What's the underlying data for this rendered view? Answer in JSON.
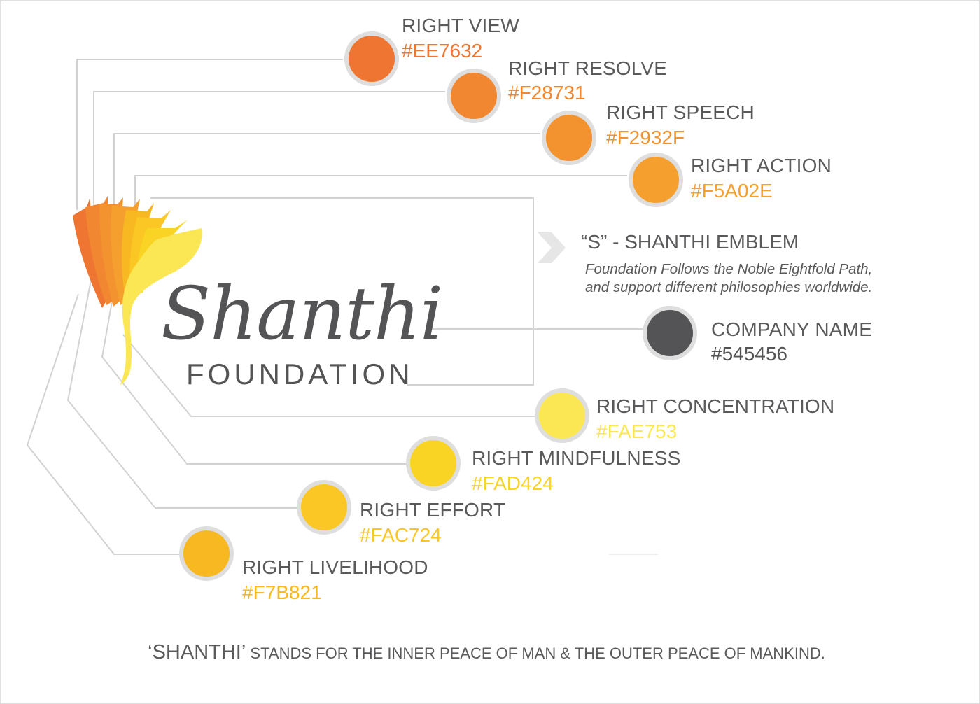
{
  "colors": {
    "right_view": "#EE7632",
    "right_resolve": "#F28731",
    "right_speech": "#F2932F",
    "right_action": "#F5A02E",
    "company": "#545456",
    "right_concentration": "#FAE753",
    "right_mindfulness": "#FAD424",
    "right_effort": "#FAC724",
    "right_livelihood": "#F7B821",
    "ring": "#DEDEDE",
    "wire": "#D0D0D0"
  },
  "logo": {
    "script": "Shanthi",
    "subtitle": "FOUNDATION",
    "emblem_icon": "s-petal-emblem-icon"
  },
  "swatches": [
    {
      "key": "right-view",
      "label": "RIGHT VIEW",
      "hex": "#EE7632"
    },
    {
      "key": "right-resolve",
      "label": "RIGHT RESOLVE",
      "hex": "#F28731"
    },
    {
      "key": "right-speech",
      "label": "RIGHT SPEECH",
      "hex": "#F2932F"
    },
    {
      "key": "right-action",
      "label": "RIGHT ACTION",
      "hex": "#F5A02E"
    },
    {
      "key": "company-name",
      "label": "COMPANY NAME",
      "hex": "#545456"
    },
    {
      "key": "right-concentration",
      "label": "RIGHT CONCENTRATION",
      "hex": "#FAE753"
    },
    {
      "key": "right-mindfulness",
      "label": "RIGHT MINDFULNESS",
      "hex": "#FAD424"
    },
    {
      "key": "right-effort",
      "label": "RIGHT EFFORT",
      "hex": "#FAC724"
    },
    {
      "key": "right-livelihood",
      "label": "RIGHT LIVELIHOOD",
      "hex": "#F7B821"
    }
  ],
  "emblem": {
    "title": "“S” - SHANTHI EMBLEM",
    "description_line1": "Foundation Follows the Noble Eightfold Path,",
    "description_line2": "and support different philosophies worldwide.",
    "chevron_icon": "chevron-right-icon"
  },
  "footer": {
    "lead": "‘SHANTHI’",
    "rest": " STANDS FOR THE INNER PEACE OF MAN & THE OUTER PEACE OF MANKIND."
  }
}
